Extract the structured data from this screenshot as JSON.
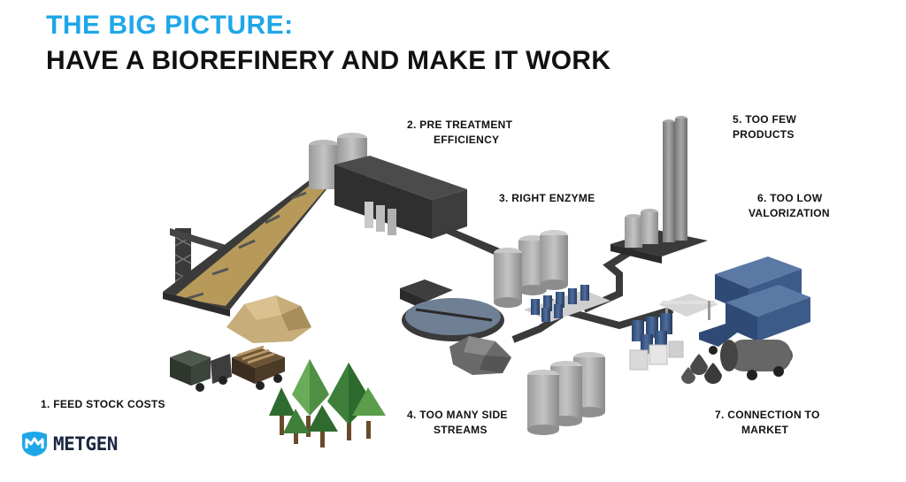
{
  "header": {
    "title_line1": "THE BIG PICTURE:",
    "title_line2": "HAVE A BIOREFINERY AND MAKE IT WORK"
  },
  "labels": {
    "feed_stock": [
      "1. FEED STOCK COSTS"
    ],
    "pre_treatment": [
      "2. PRE TREATMENT",
      "EFFICIENCY"
    ],
    "right_enzyme": [
      "3. RIGHT ENZYME"
    ],
    "side_streams": [
      "4. TOO MANY SIDE",
      "STREAMS"
    ],
    "few_products": [
      "5. TOO FEW",
      "PRODUCTS"
    ],
    "low_valorization": [
      "6. TOO LOW",
      "VALORIZATION"
    ],
    "market": [
      "7. CONNECTION TO",
      "MARKET"
    ]
  },
  "logo": {
    "text": "METGEN"
  },
  "colors": {
    "title_accent": "#1ea7e8",
    "title_main": "#111111",
    "logo": "#1a2740",
    "logo_accent": "#1ea7e8"
  }
}
